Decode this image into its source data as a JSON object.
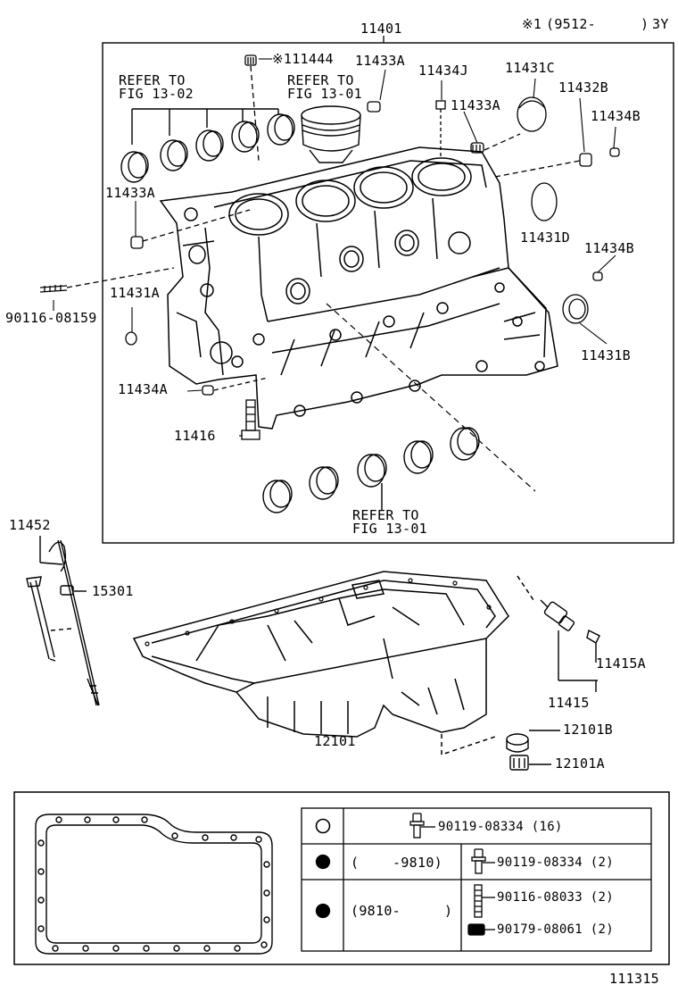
{
  "header": {
    "note_mark": "※1",
    "date_open": "(9512-",
    "date_close": ")",
    "code": "3Y"
  },
  "parts": {
    "p11401": "11401",
    "p111444": "※111444",
    "p11433A_top": "11433A",
    "p11434J": "11434J",
    "p11431C": "11431C",
    "p11432B": "11432B",
    "p11433A_mid": "11433A",
    "p11434B_top": "11434B",
    "p11433A_left": "11433A",
    "p11431D": "11431D",
    "p11434B_mid": "11434B",
    "p11431A": "11431A",
    "p90116_08159": "90116-08159",
    "p11431B": "11431B",
    "p11434A": "11434A",
    "p11416": "11416",
    "p11452": "11452",
    "p15301": "15301",
    "p11415A": "11415A",
    "p11415": "11415",
    "p12101": "12101",
    "p12101B": "12101B",
    "p12101A": "12101A"
  },
  "refs": {
    "ref1_line1": "REFER TO",
    "ref1_line2": "FIG 13-02",
    "ref2_line1": "REFER TO",
    "ref2_line2": "FIG 13-01",
    "ref3_line1": "REFER TO",
    "ref3_line2": "FIG 13-01"
  },
  "legend": {
    "row1_part": "90119-08334 (16)",
    "row2_date_open": "(",
    "row2_date": "-9810)",
    "row2_part": "90119-08334 (2)",
    "row3_date": "(9810-",
    "row3_date_close": ")",
    "row3_part_a": "90116-08033 (2)",
    "row3_part_b": "90179-08061 (2)"
  },
  "footer": {
    "figure_id": "111315"
  }
}
